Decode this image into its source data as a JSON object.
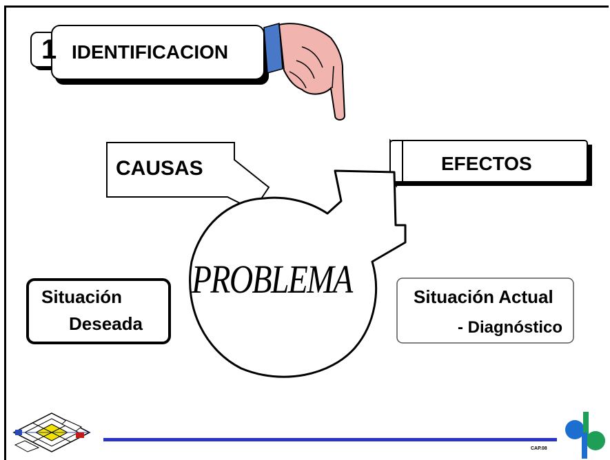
{
  "slide": {
    "step_number": "1",
    "title": "IDENTIFICACION",
    "causes_label": "CAUSAS",
    "effects_label": "EFECTOS",
    "center_label": "PROBLEMA",
    "desired_situation": {
      "line1": "Situación",
      "line2": "Deseada"
    },
    "current_situation": {
      "line1": "Situación Actual",
      "line2": "- Diagnóstico"
    },
    "footer_code": "CAP.08"
  },
  "colors": {
    "rule_blue": "#2a35c8",
    "logo_blue": "#1d6fcf",
    "logo_green": "#1e9e57",
    "cuff_blue": "#4a78c9",
    "hand_skin": "#f1b4ae",
    "emblem_yellow": "#f2e400",
    "emblem_red": "#c61a1a",
    "emblem_blue": "#2a48b8"
  },
  "icons": [
    "pointing-hand-icon",
    "diamond-emblem-icon",
    "org-logo-icon"
  ]
}
